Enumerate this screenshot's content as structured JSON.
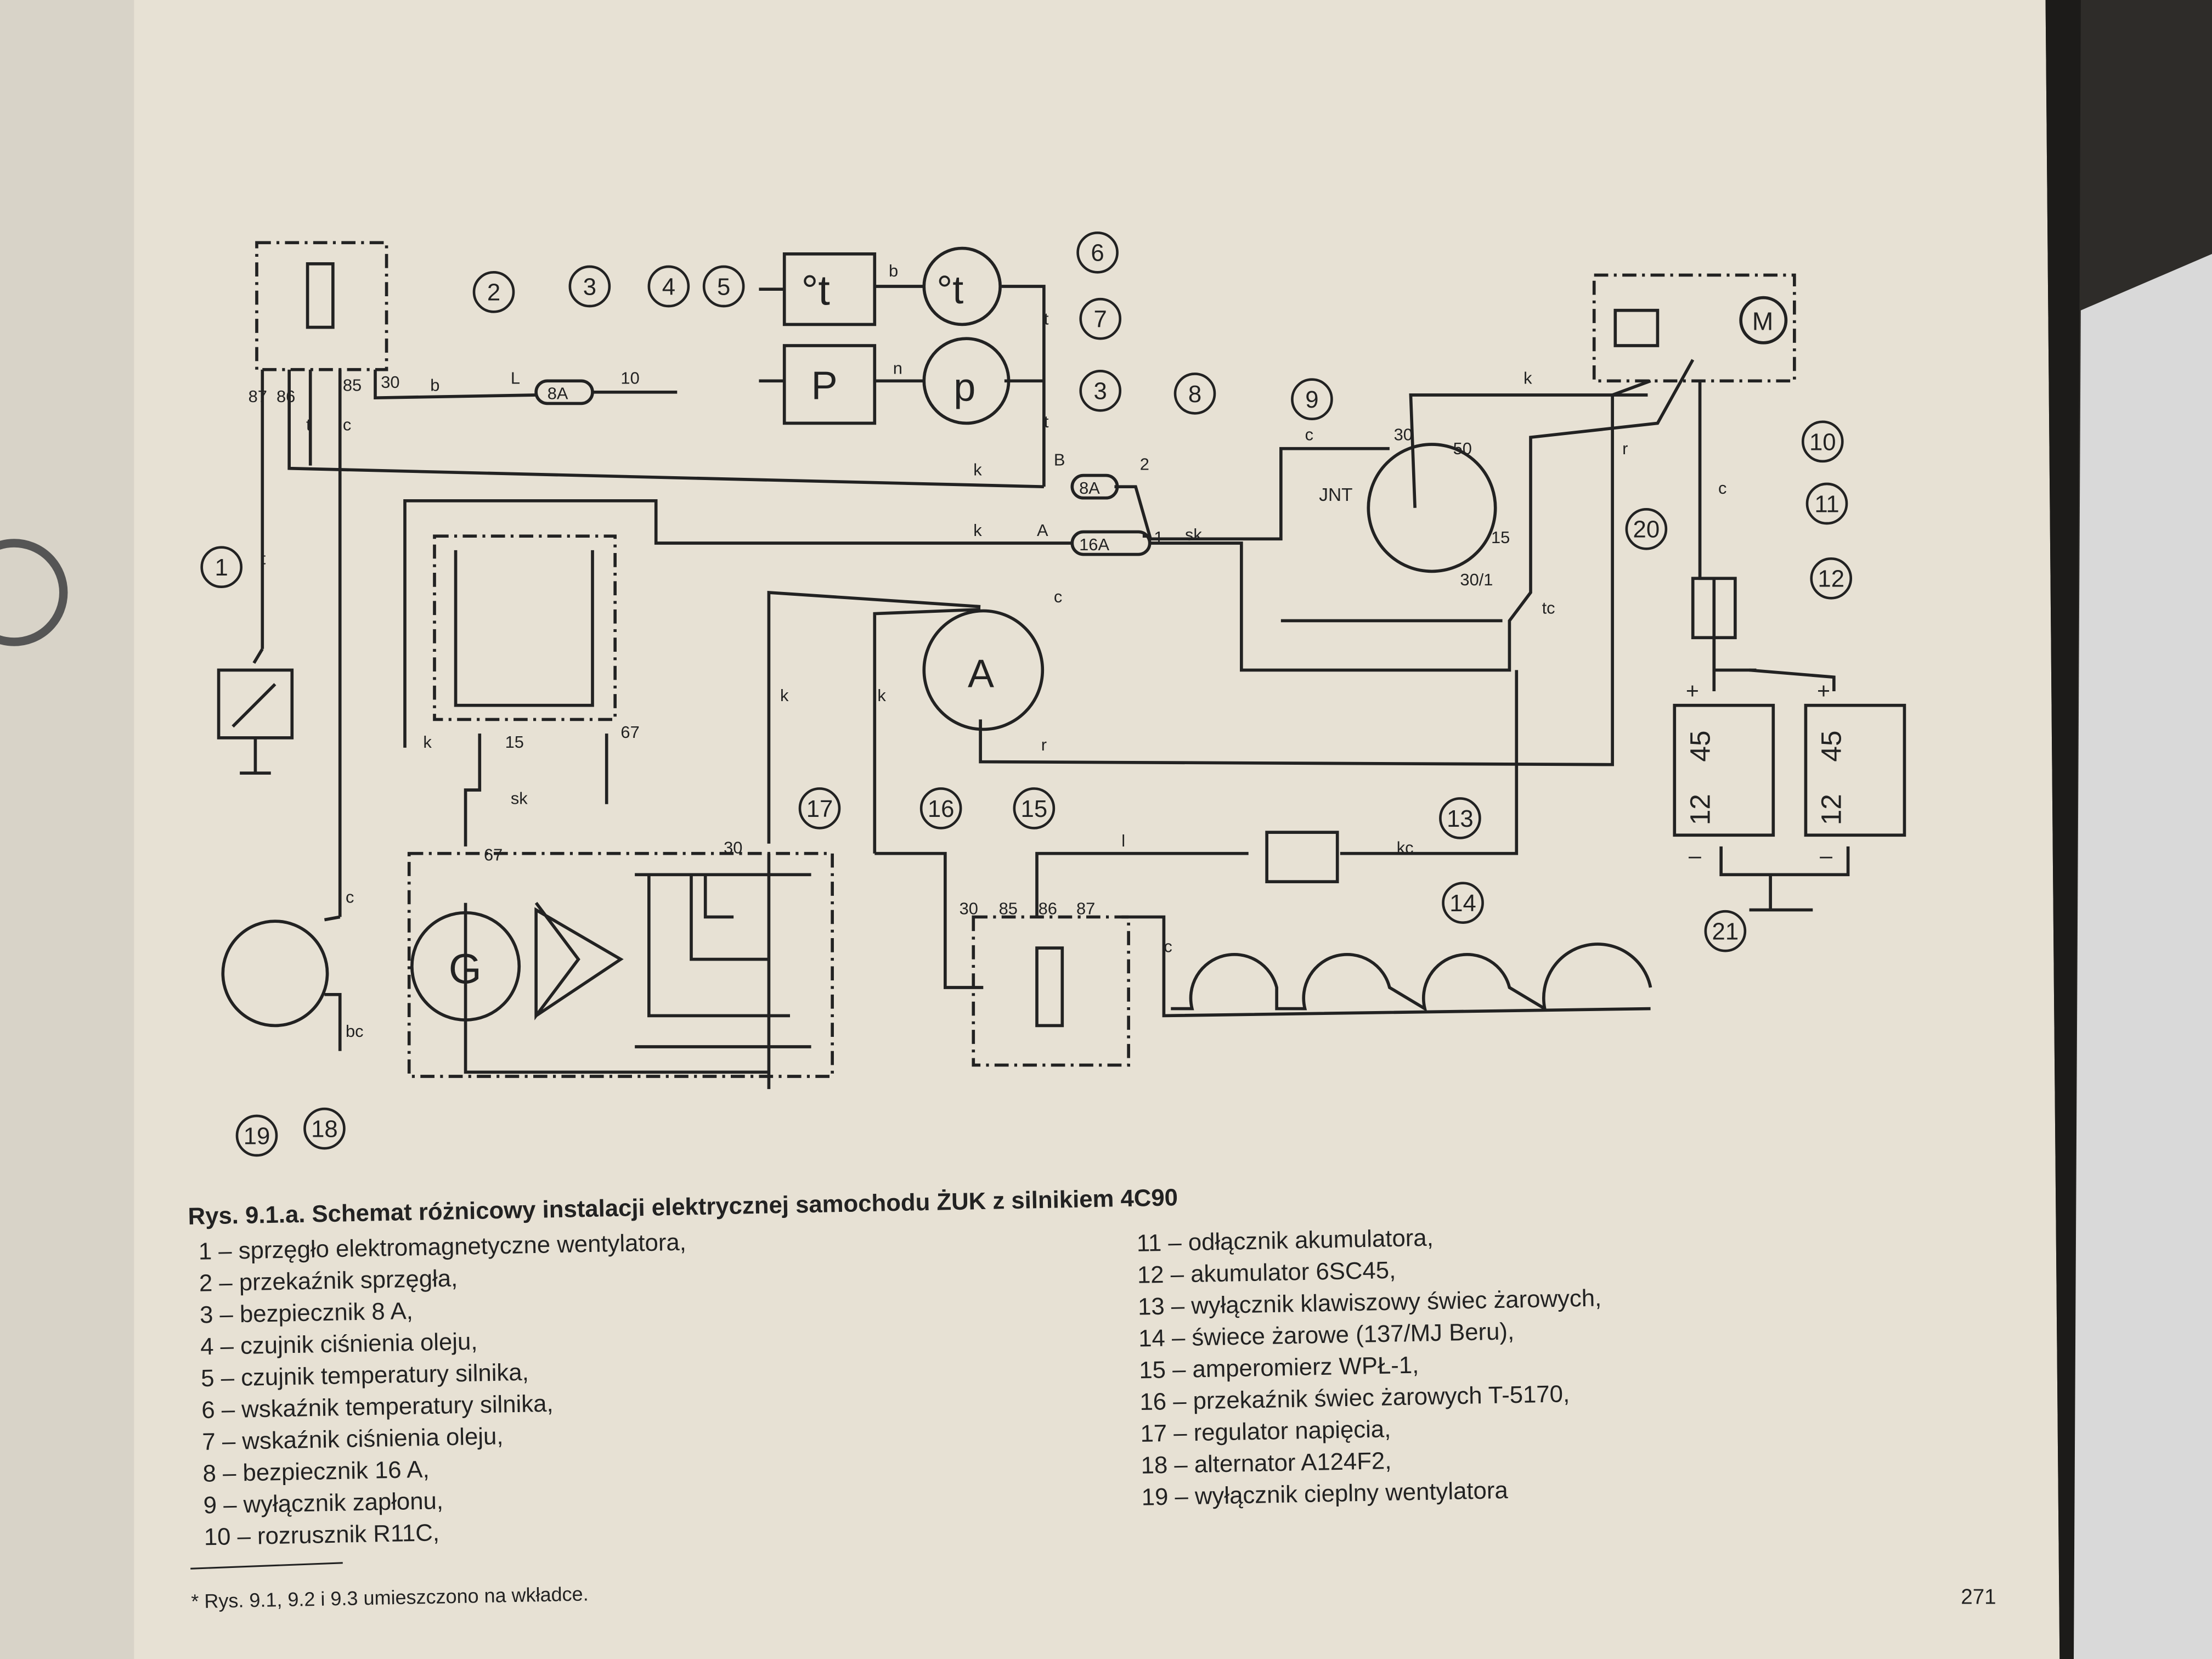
{
  "caption": {
    "title": "Rys. 9.1.a. Schemat różnicowy instalacji elektrycznej samochodu ŻUK z silnikiem 4C90",
    "legend_left": [
      "1 – sprzęgło elektromagnetyczne wentylatora,",
      "2 – przekaźnik sprzęgła,",
      "3 – bezpiecznik 8 A,",
      "4 – czujnik ciśnienia oleju,",
      "5 – czujnik temperatury silnika,",
      "6 – wskaźnik temperatury silnika,",
      "7 – wskaźnik ciśnienia oleju,",
      "8 – bezpiecznik 16 A,",
      "9 – wyłącznik zapłonu,",
      "10 – rozrusznik R11C,"
    ],
    "legend_right": [
      "11 – odłącznik akumulatora,",
      "12 – akumulator 6SC45,",
      "13 – wyłącznik klawiszowy świec żarowych,",
      "14 – świece żarowe (137/MJ Beru),",
      "15 – amperomierz WPŁ-1,",
      "16 – przekaźnik świec żarowych T-5170,",
      "17 – regulator napięcia,",
      "18 – alternator A124F2,",
      "19 – wyłącznik cieplny wentylatora"
    ],
    "footnote": "* Rys. 9.1, 9.2 i 9.3 umieszczono na wkładce.",
    "page_number": "271"
  },
  "diagram": {
    "callouts": [
      "1",
      "2",
      "3",
      "4",
      "5",
      "6",
      "7",
      "3",
      "8",
      "9",
      "10",
      "11",
      "12",
      "20",
      "13",
      "14",
      "15",
      "16",
      "17",
      "18",
      "19",
      "21"
    ],
    "fuses": [
      "8A",
      "8A",
      "16A"
    ],
    "sensors": {
      "temp_sensor": "°t",
      "temp_gauge": "°t",
      "press_sensor": "P",
      "press_gauge": "p",
      "ammeter": "A",
      "generator": "G",
      "starter_motor": "M",
      "ignition": "JNT"
    },
    "battery": {
      "plus": "+",
      "minus": "–",
      "voltage": "12",
      "capacity": "45"
    },
    "labels": [
      "87",
      "86",
      "85",
      "30",
      "b",
      "L",
      "10",
      "t",
      "c",
      "b",
      "n",
      "t",
      "t",
      "B",
      "2",
      "A",
      "1",
      "sk",
      "k",
      "k",
      "c",
      "30",
      "50",
      "15",
      "30/1",
      "tc",
      "k",
      "r",
      "c",
      "r",
      "15",
      "67",
      "k",
      "sk",
      "67",
      "30",
      "k",
      "k",
      "c",
      "l",
      "kc",
      "30",
      "85",
      "86",
      "87",
      "c",
      "bc",
      "c",
      "t"
    ]
  },
  "colors": {
    "paper": "#e7e1d4",
    "ink": "#222222"
  }
}
